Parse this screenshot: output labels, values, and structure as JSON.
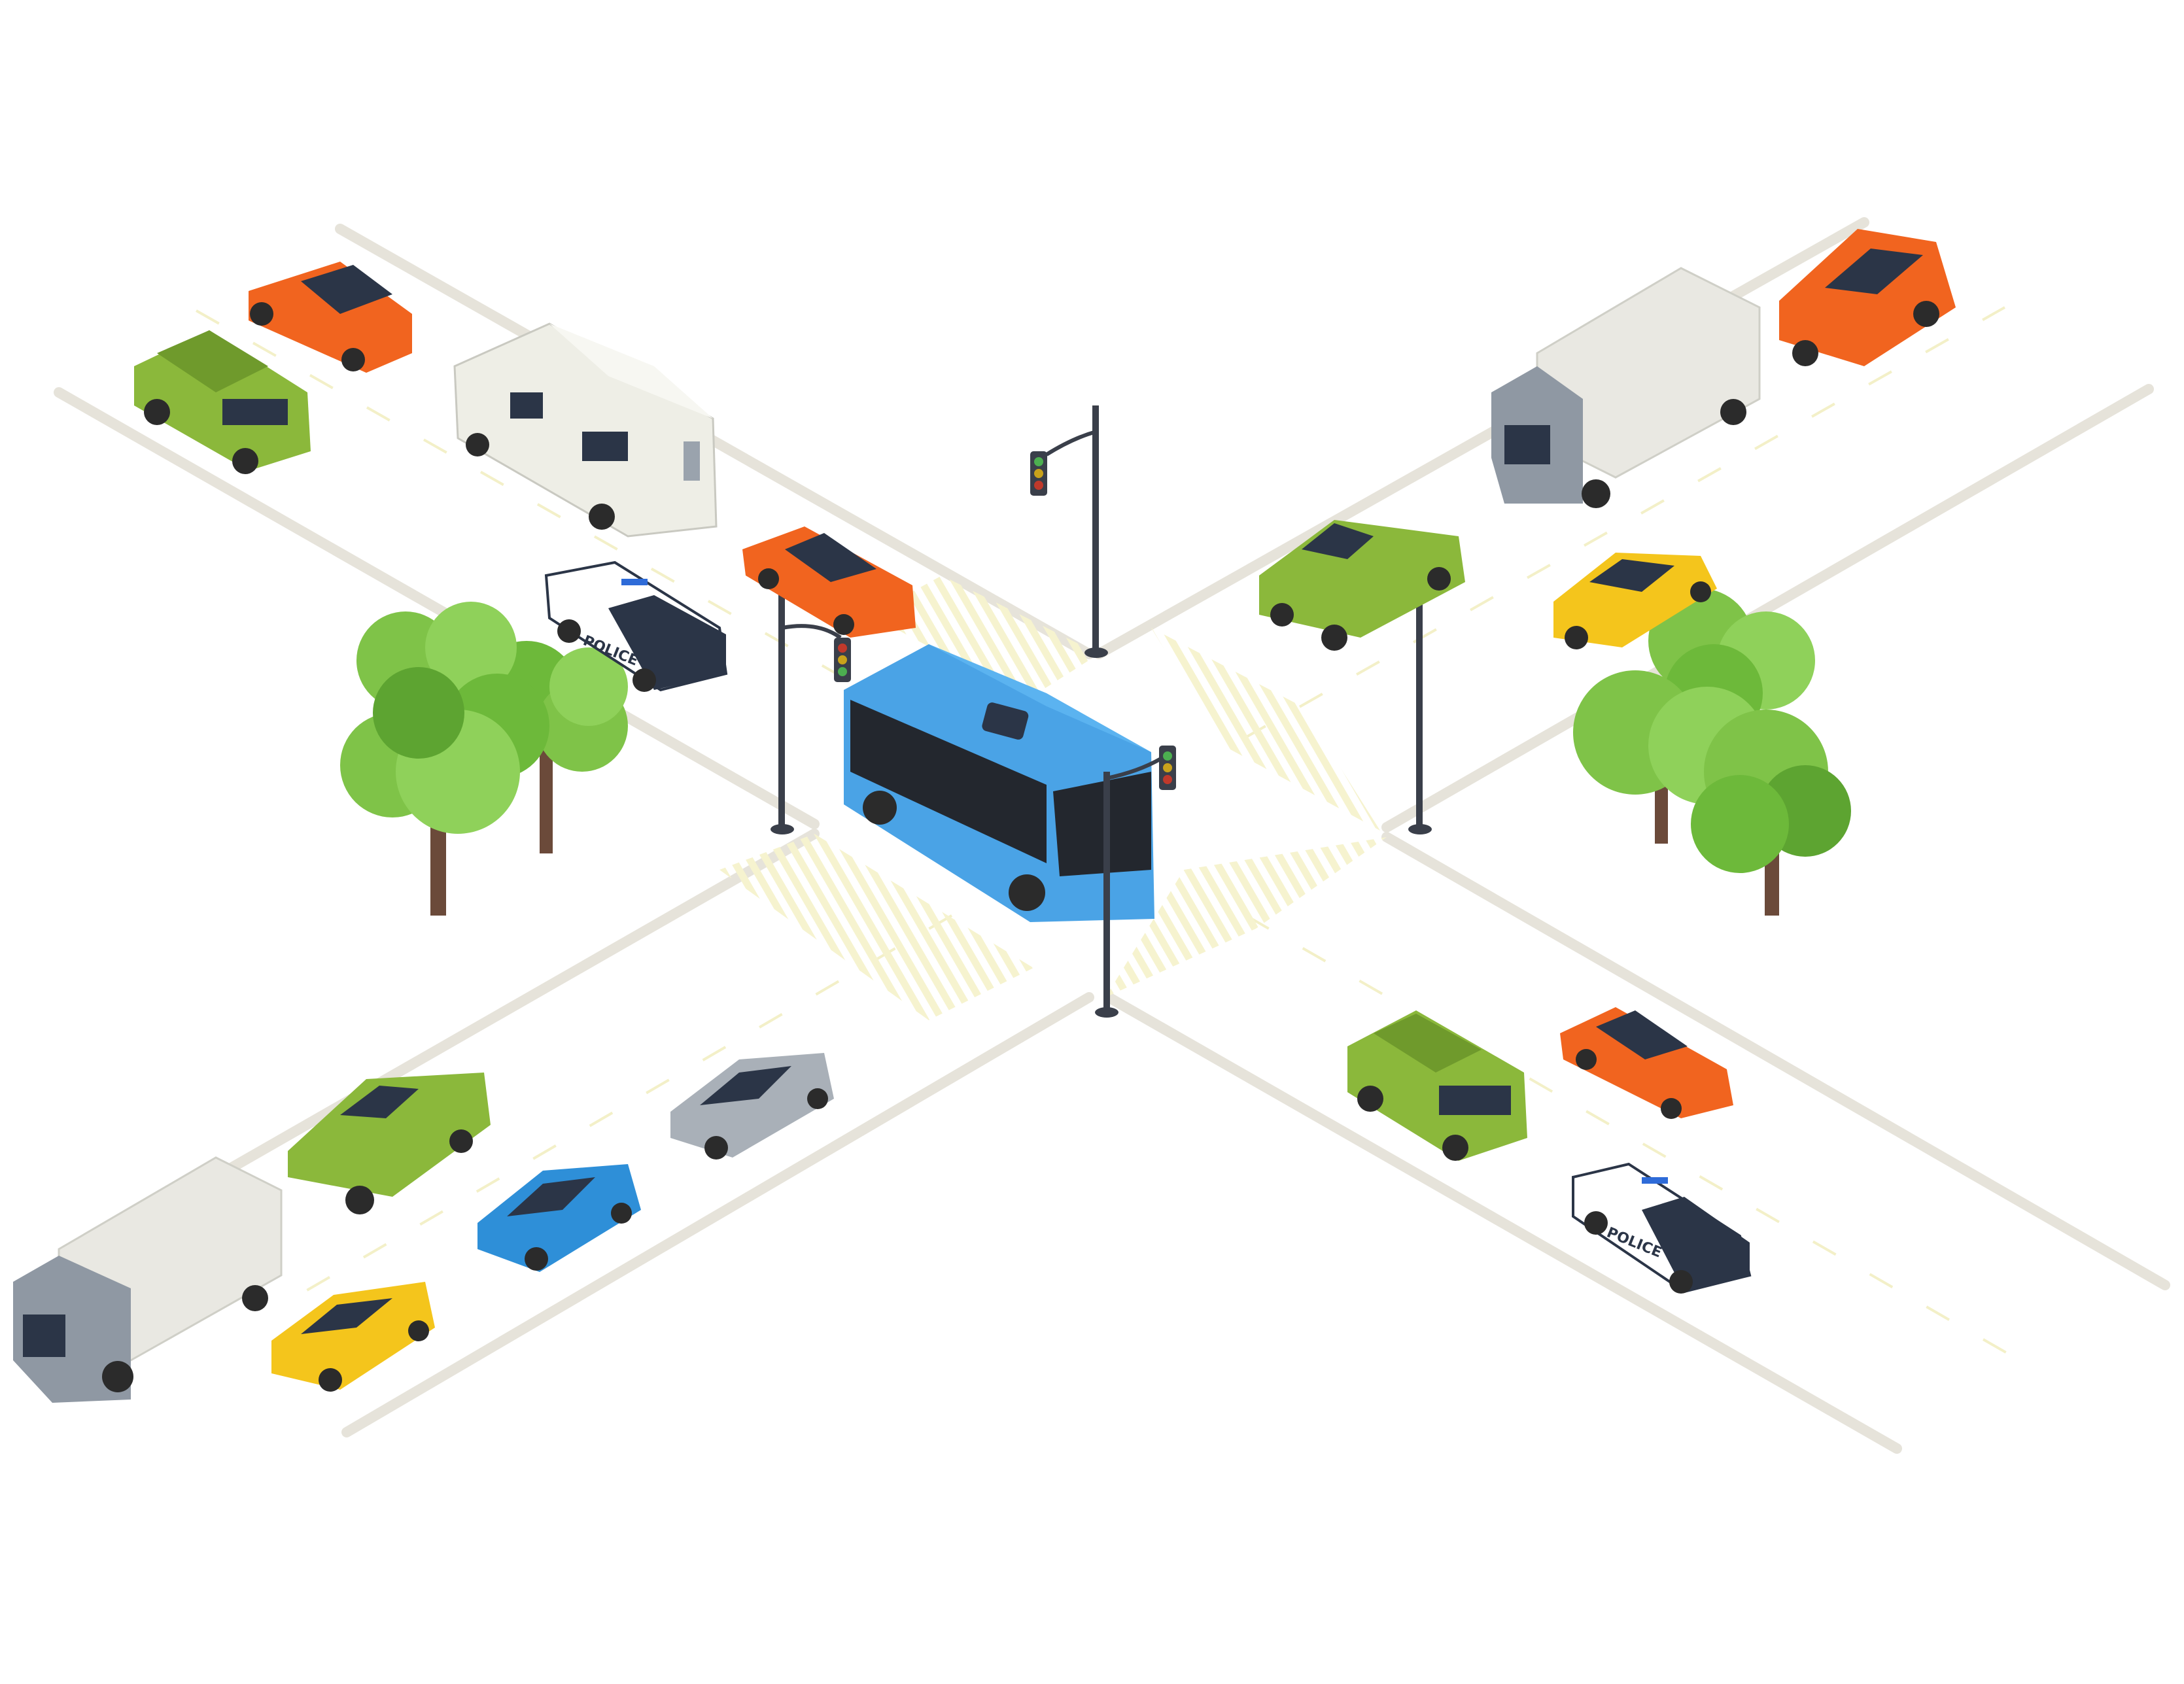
{
  "scene": {
    "description_labels": {
      "police_text": "POLICE"
    },
    "colors": {
      "background": "#ffffff",
      "road": "#ffffff",
      "curb": "#e6e3da",
      "lane_marking": "#f3f0c8",
      "crosswalk": "#f6f3cf",
      "bus_body": "#4aa3e6",
      "bus_dark": "#23272e",
      "tree_leaf": "#7fc348",
      "tree_leaf_dark": "#5da431",
      "trunk": "#6b4a3a",
      "pole": "#3a3f4a",
      "orange": "#f1641f",
      "green": "#8bb83b",
      "yellow": "#f4c51c",
      "blue": "#2e8fd8",
      "gray": "#a9b0b8",
      "police_dark": "#2b3547",
      "truck_box": "#e9e8e2",
      "truck_cab": "#8f98a3",
      "rv_body": "#eeeee6"
    },
    "vehicles": [
      {
        "id": "nw-orange-car",
        "type": "car",
        "color": "orange"
      },
      {
        "id": "nw-green-suv",
        "type": "suv",
        "color": "green"
      },
      {
        "id": "nw-rv",
        "type": "rv",
        "color": "rv_body"
      },
      {
        "id": "nw-police",
        "type": "police",
        "color": "police_dark"
      },
      {
        "id": "center-orange-car",
        "type": "sports-car",
        "color": "orange"
      },
      {
        "id": "center-bus",
        "type": "bus",
        "color": "bus_body"
      },
      {
        "id": "ne-truck",
        "type": "truck",
        "color": "truck_box"
      },
      {
        "id": "ne-orange-suv",
        "type": "suv",
        "color": "orange"
      },
      {
        "id": "ne-green-pickup",
        "type": "pickup",
        "color": "green"
      },
      {
        "id": "ne-yellow-car",
        "type": "car",
        "color": "yellow"
      },
      {
        "id": "sw-green-pickup",
        "type": "pickup",
        "color": "green"
      },
      {
        "id": "sw-gray-car",
        "type": "car",
        "color": "gray"
      },
      {
        "id": "sw-blue-car",
        "type": "car",
        "color": "blue"
      },
      {
        "id": "sw-truck",
        "type": "truck",
        "color": "truck_box"
      },
      {
        "id": "sw-yellow-car",
        "type": "car",
        "color": "yellow"
      },
      {
        "id": "se-green-suv",
        "type": "suv",
        "color": "green"
      },
      {
        "id": "se-orange-car",
        "type": "sports-car",
        "color": "orange"
      },
      {
        "id": "se-police",
        "type": "police",
        "color": "police_dark"
      }
    ]
  }
}
